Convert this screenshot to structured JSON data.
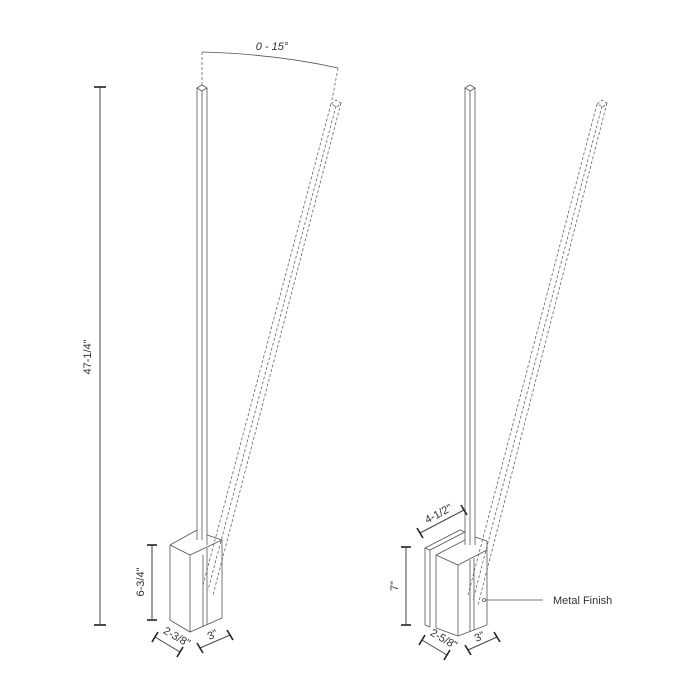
{
  "diagram": {
    "left_view": {
      "angle_label": "0 - 15°",
      "height_label": "47-1/4\"",
      "base_height_label": "6-3/4\"",
      "base_depth_label": "2-3/8\"",
      "base_width_label": "3\""
    },
    "right_view": {
      "plate_width_label": "4-1/2\"",
      "base_height_label": "7\"",
      "base_depth_label": "2-5/8\"",
      "base_width_label": "3\"",
      "callout_label": "Metal Finish"
    }
  }
}
